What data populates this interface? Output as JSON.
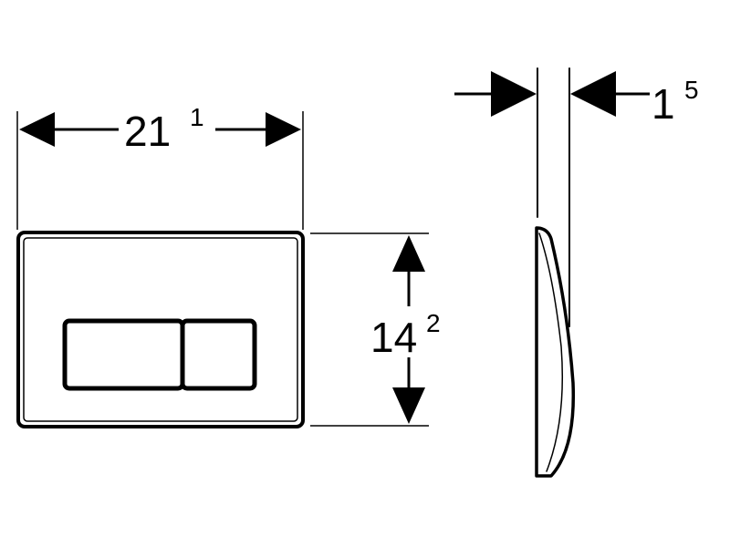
{
  "dimensions": {
    "width": {
      "value": "21",
      "superscript": "1"
    },
    "height": {
      "value": "14",
      "superscript": "2"
    },
    "thickness": {
      "value": "1",
      "superscript": "5"
    }
  },
  "colors": {
    "line": "#000000",
    "background": "#ffffff"
  }
}
